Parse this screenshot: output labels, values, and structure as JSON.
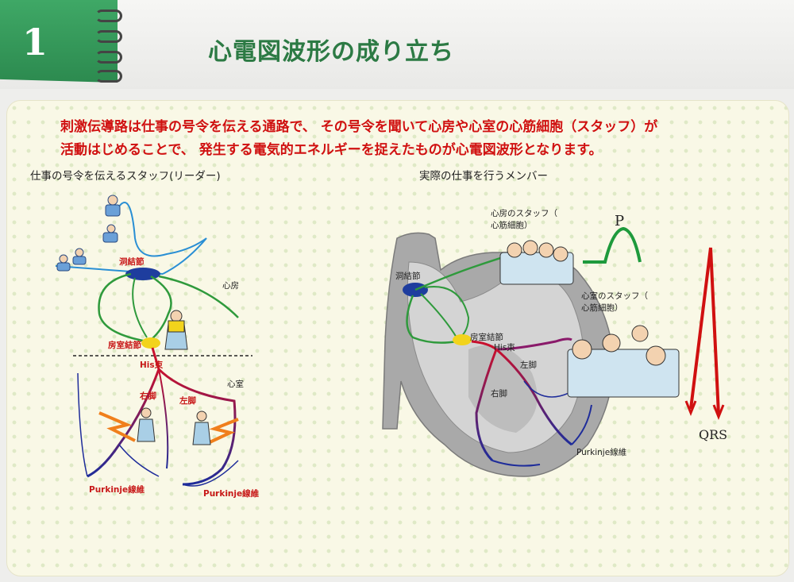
{
  "header": {
    "number": "1",
    "title": "心電図波形の成り立ち"
  },
  "intro": {
    "line1": "刺激伝導路は仕事の号令を伝える通路で、 その号令を聞いて心房や心室の心筋細胞（スタッフ）が",
    "line2": "活動はじめることで、 発生する電気的エネルギーを捉えたものが心電図波形となります。"
  },
  "left_diagram": {
    "subtitle": "仕事の号令を伝えるスタッフ(リーダー)",
    "labels": {
      "sa_node": "洞結節",
      "atrium": "心房",
      "av_node": "房室結節",
      "his": "His束",
      "ventricle": "心室",
      "right_bundle": "右脚",
      "left_bundle": "左脚",
      "purkinje_left": "Purkinje線維",
      "purkinje_right": "Purkinje線維"
    }
  },
  "right_diagram": {
    "subtitle": "実際の仕事を行うメンバー",
    "labels": {
      "sa_node": "洞結節",
      "av_node": "房室結節",
      "his": "His束",
      "left_bundle": "左脚",
      "right_bundle": "右脚",
      "purkinje": "Purkinje線維",
      "atrial_staff": "心房のスタッフ（\n心筋細胞）",
      "ventricular_staff": "心室のスタッフ（\n心筋細胞）",
      "p_wave": "P",
      "qrs": "QRS"
    }
  },
  "colors": {
    "accent_green": "#2c8a4f",
    "title_green": "#2c7a44",
    "text_red": "#d01010"
  }
}
